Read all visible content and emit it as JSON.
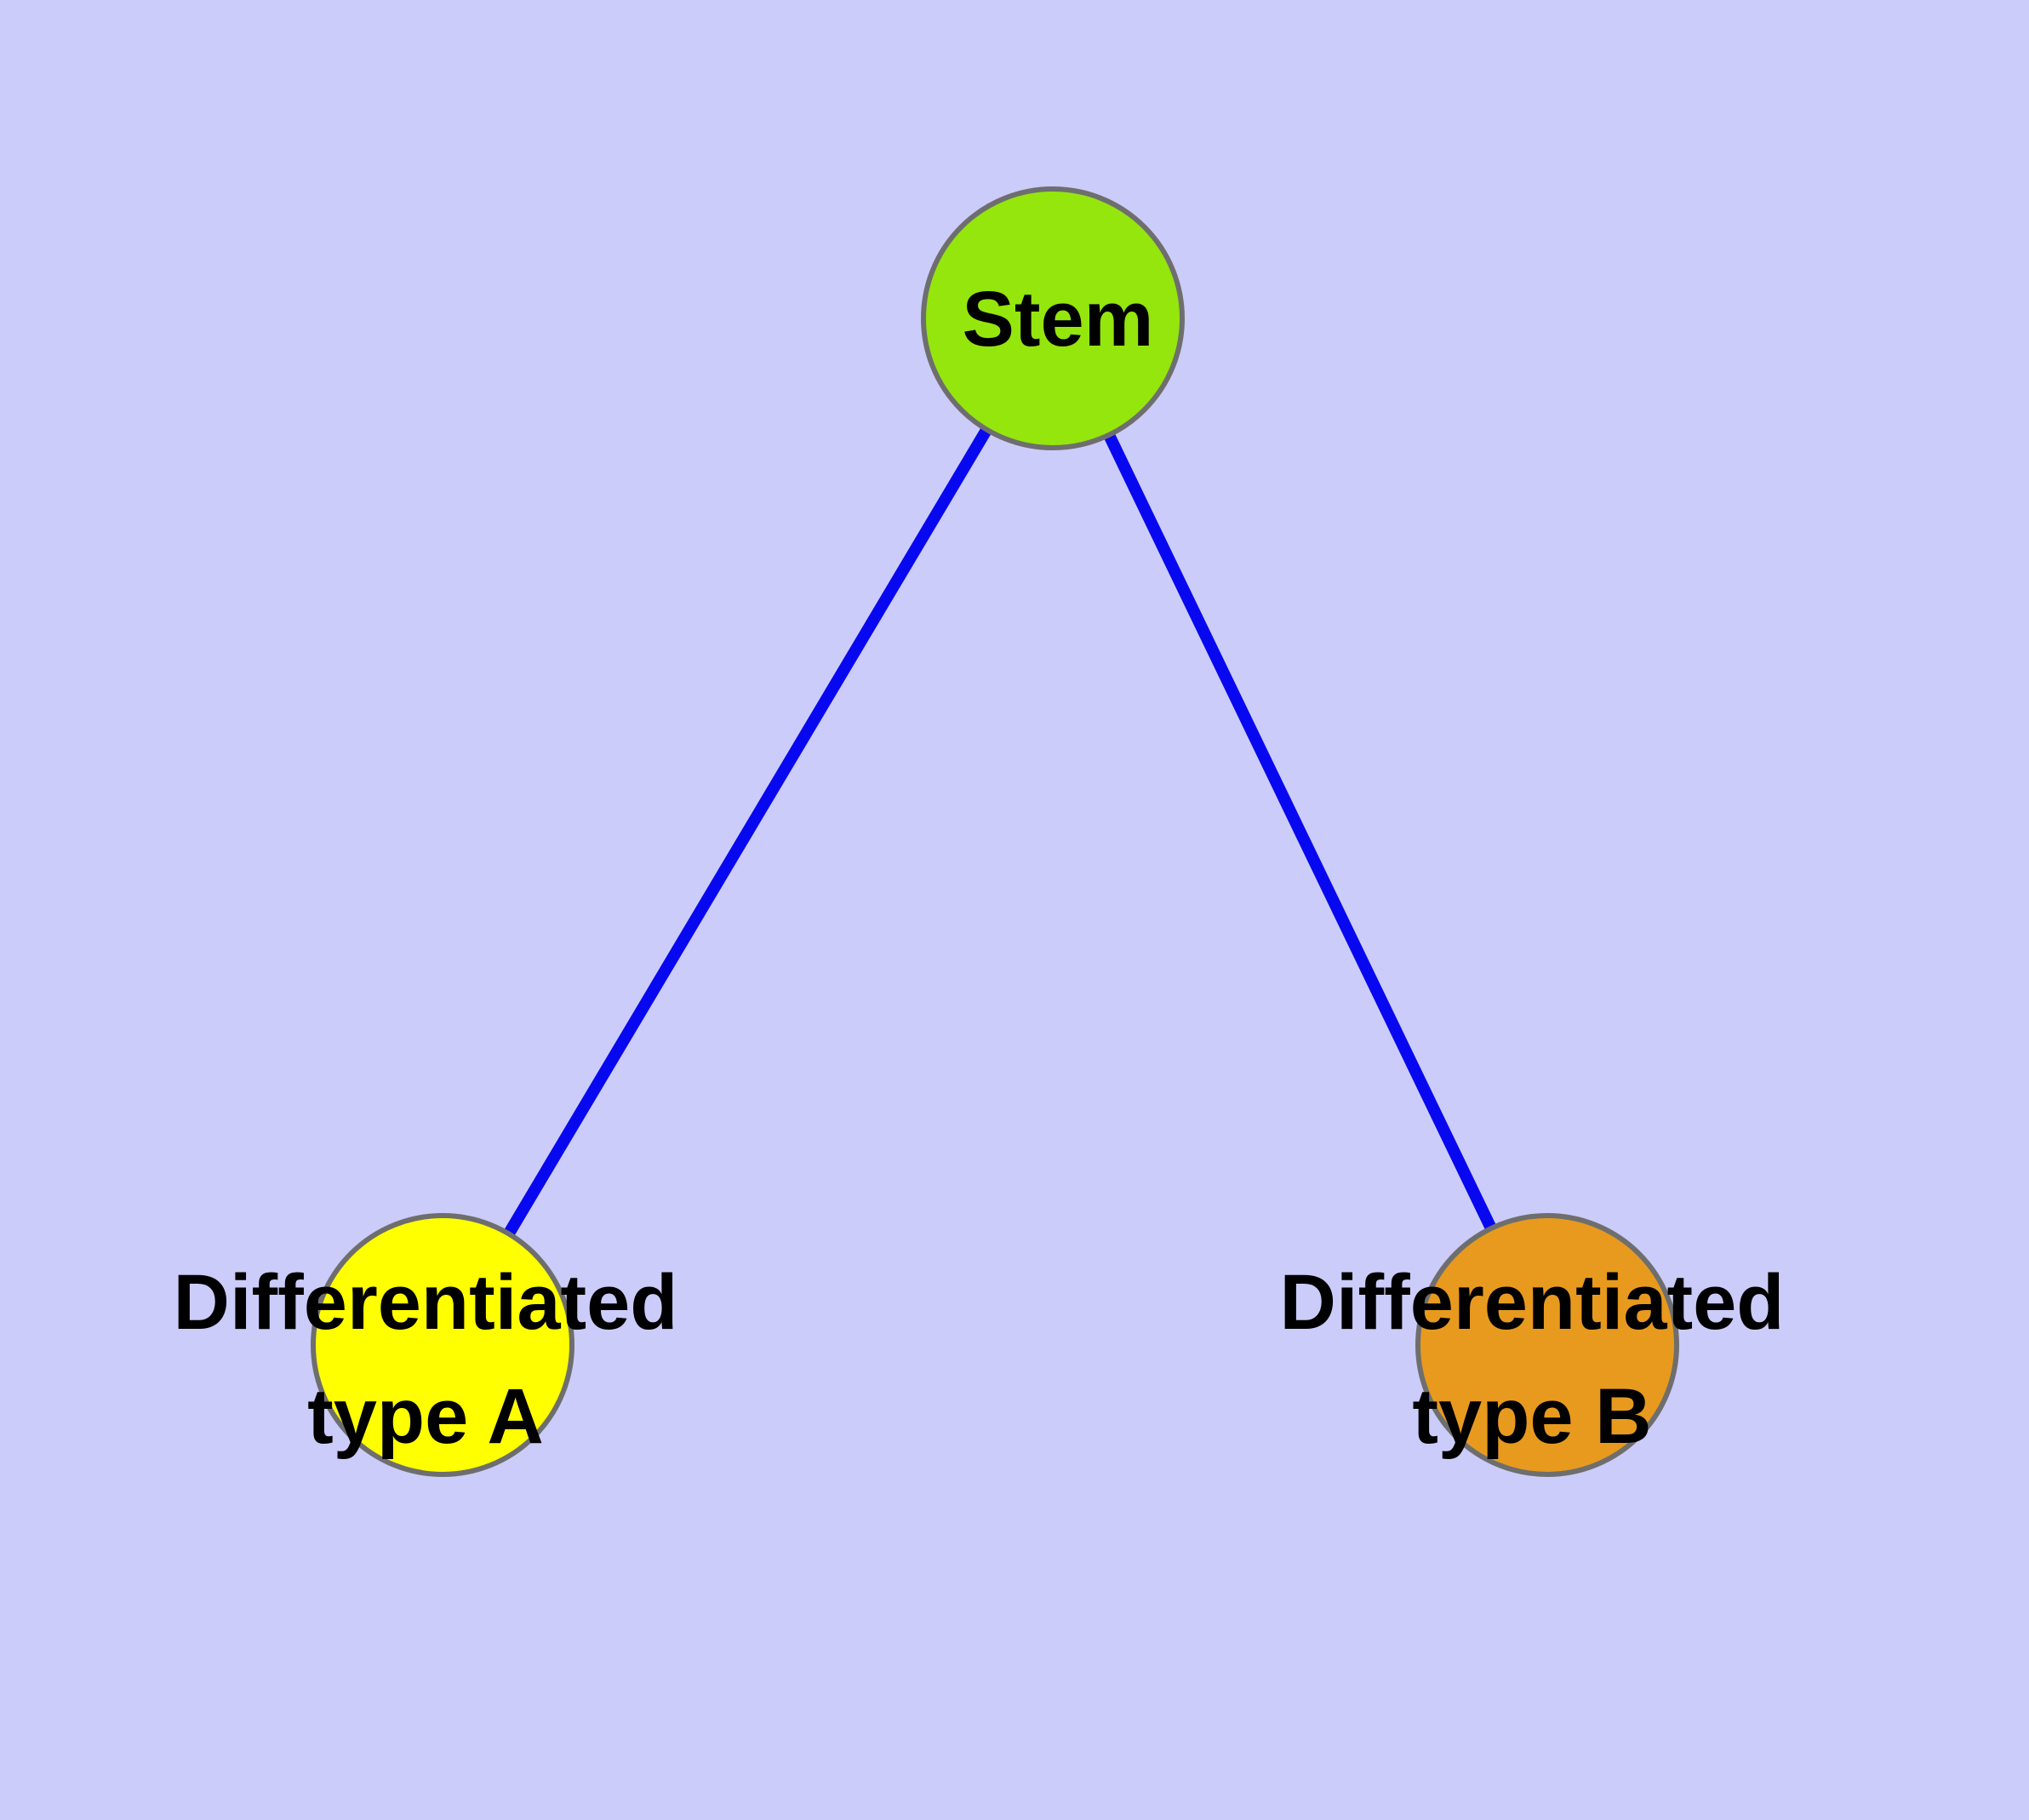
{
  "diagram": {
    "background_color": "#CCCCFA",
    "edge_color": "#0808F0",
    "node_border_color": "#6E6E6E",
    "label_color": "#000000",
    "nodes": {
      "stem": {
        "label": "Stem",
        "fill": "#94E60D"
      },
      "type_a": {
        "label_lines": [
          "Differentiated",
          "type A"
        ],
        "fill": "#FFFF00"
      },
      "type_b": {
        "label_lines": [
          "Differentiated",
          "type B"
        ],
        "fill": "#E89A1E"
      }
    },
    "edges": [
      {
        "from": "Stem",
        "to": "Differentiated type A"
      },
      {
        "from": "Stem",
        "to": "Differentiated type B"
      }
    ]
  }
}
